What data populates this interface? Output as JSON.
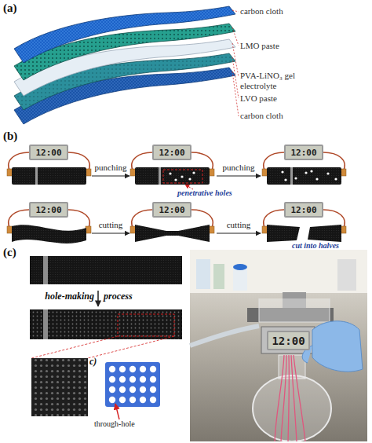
{
  "diagram": {
    "nodes": [
      {
        "text": [
          "12:00"
        ]
      },
      {
        "text": [
          "12:00"
        ]
      },
      {
        "text": [
          "12:00"
        ]
      },
      {
        "text": [
          "12:00"
        ]
      },
      {
        "text": [
          "12:00"
        ]
      },
      {
        "text": [
          "12:00"
        ]
      },
      {
        "text": [
          "12:00"
        ]
      }
    ],
    "labels": [
      "(a)",
      "carbon cloth",
      "LMO paste",
      "PVA-LiNO₃ gel electrolyte",
      "LVO paste",
      "carbon cloth",
      "(b)",
      "punching",
      "punching",
      "penetrative holes",
      "cutting",
      "cutting",
      "cut into halves",
      "(c)",
      "hole-making",
      "process",
      "c)",
      "through-hole"
    ]
  }
}
